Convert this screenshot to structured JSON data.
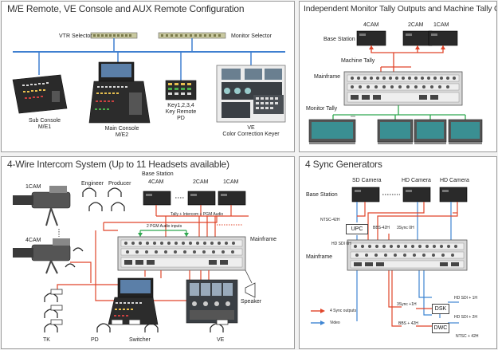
{
  "colors": {
    "bus_blue": "#3f7fd0",
    "tally_red": "#e0452a",
    "monitor_green": "#2fa84f",
    "sync_red": "#e0452a",
    "video_blue": "#3f86d3",
    "panel_border": "#9a9a9a",
    "title_text": "#333333"
  },
  "panel_me": {
    "title": "M/E Remote, VE Console and AUX Remote Configuration",
    "vtr_selector": "VTR Selector",
    "monitor_selector": "Monitor Selector",
    "sub_console": [
      "Sub Console",
      "M/E1"
    ],
    "main_console": [
      "Main Console",
      "M/E2"
    ],
    "key_remote": [
      "Key1,2,3,4",
      "Key Remote",
      "PD"
    ],
    "ve": [
      "VE",
      "Color Correction Keyer"
    ]
  },
  "panel_tally": {
    "title": "Independent Monitor Tally Outputs and Machine Tally Outputs",
    "cams": [
      "4CAM",
      "2CAM",
      "1CAM"
    ],
    "base_station": "Base Station",
    "machine_tally": "Machine Tally",
    "mainframe": "Mainframe",
    "monitor_tally": "Monitor Tally"
  },
  "panel_intercom": {
    "title": "4-Wire Intercom System (Up to 11 Headsets available)",
    "cam1": "1CAM",
    "cam4": "4CAM",
    "engineer": "Engineer",
    "producer": "Producer",
    "base_station": "Base Station",
    "cams": [
      "4CAM",
      "2CAM",
      "1CAM"
    ],
    "tally_line": "Tally + Intercom + PGM Audio",
    "pgm_inputs": "2 PGM Audio inputs",
    "mainframe": "Mainframe",
    "speaker": "Speaker",
    "tk": "TK",
    "pd": "PD",
    "switcher": "Switcher",
    "ve": "VE"
  },
  "panel_sync": {
    "title": "4 Sync Generators",
    "sd_camera": "SD Camera",
    "hd_camera_1": "HD Camera",
    "hd_camera_2": "HD Camera",
    "base_station": "Base Station",
    "ntsc_42h": "NTSC-42H",
    "upc": "UPC",
    "bbs_42h": "BBS-42H",
    "sync_0h": "3Sync 0H",
    "hd_sdi_0h": "HD SDI 0H",
    "mainframe": "Mainframe",
    "hd_sdi_1h": "HD SDI + 1H",
    "sync_1h": "3Sync +1H",
    "dsk": "DSK",
    "hd_sdi_2h": "HD SDI + 2H",
    "bbs_42h_b": "BBS + 42H",
    "dwc": "DWC",
    "ntsc_42h_b": "NTSC + 42H",
    "legend_sync": "4 Sync outputs",
    "legend_video": "Video"
  }
}
